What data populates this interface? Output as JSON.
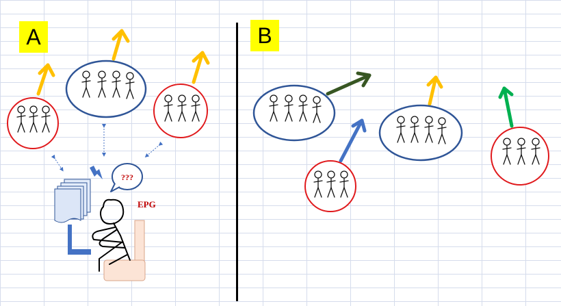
{
  "panels": {
    "a": {
      "label": "A"
    },
    "b": {
      "label": "B"
    }
  },
  "speech_bubble_text": "???",
  "teacher_label": "EPG",
  "colors": {
    "large_group_outline": "#2f5597",
    "small_group_outline": "#e0191c",
    "progress_arrow_yellow": "#ffc000",
    "arrow_dark_green": "#375623",
    "arrow_blue": "#4472c4",
    "arrow_green": "#00b050",
    "label_background": "#ffff00",
    "text_red": "#c00000"
  }
}
